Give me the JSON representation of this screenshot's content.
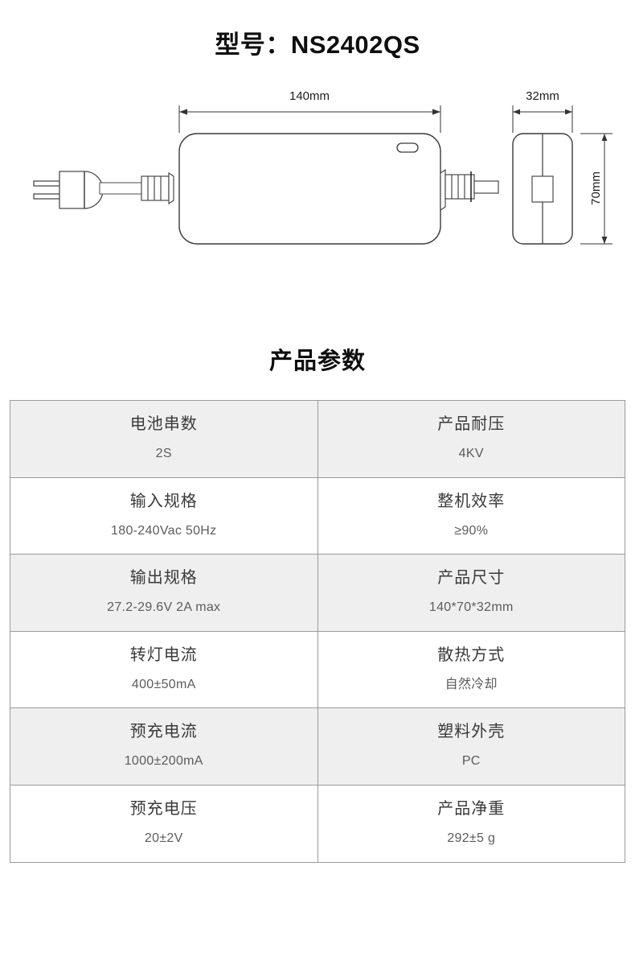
{
  "title": "型号：NS2402QS",
  "diagram": {
    "name": "power-adapter-dimension-drawing",
    "dimensions": {
      "length": "140mm",
      "width": "32mm",
      "height": "70mm"
    },
    "parts": {
      "ac_plug": "ac-plug",
      "ac_cable": "ac-cable",
      "strain_relief": "strain-relief",
      "adapter_body": "adapter-body",
      "led_indicator": "led-indicator",
      "dc_connector": "dc-output-connector",
      "side_view": "side-view-body",
      "side_jack": "side-view-dc-jack"
    }
  },
  "section_heading": "产品参数",
  "spec_table": {
    "rows": [
      {
        "shaded": true,
        "left_name": "电池串数",
        "left_value": "2S",
        "right_name": "产品耐压",
        "right_value": "4KV"
      },
      {
        "shaded": false,
        "left_name": "输入规格",
        "left_value": "180-240Vac  50Hz",
        "right_name": "整机效率",
        "right_value": "≥90%"
      },
      {
        "shaded": true,
        "left_name": "输出规格",
        "left_value": "27.2-29.6V  2A max",
        "right_name": "产品尺寸",
        "right_value": "140*70*32mm"
      },
      {
        "shaded": false,
        "left_name": "转灯电流",
        "left_value": "400±50mA",
        "right_name": "散热方式",
        "right_value": "自然冷却"
      },
      {
        "shaded": true,
        "left_name": "预充电流",
        "left_value": "1000±200mA",
        "right_name": "塑料外壳",
        "right_value": "PC"
      },
      {
        "shaded": false,
        "left_name": "预充电压",
        "left_value": "20±2V",
        "right_name": "产品净重",
        "right_value": "292±5 g"
      }
    ]
  },
  "colors": {
    "text_dark": "#0e0e0e",
    "text_cell_name": "#3a3a3a",
    "text_cell_value": "#5c5c5c",
    "row_shaded": "#efefef",
    "row_plain": "#ffffff",
    "table_border": "#9a9a9a",
    "line": "#333333"
  }
}
